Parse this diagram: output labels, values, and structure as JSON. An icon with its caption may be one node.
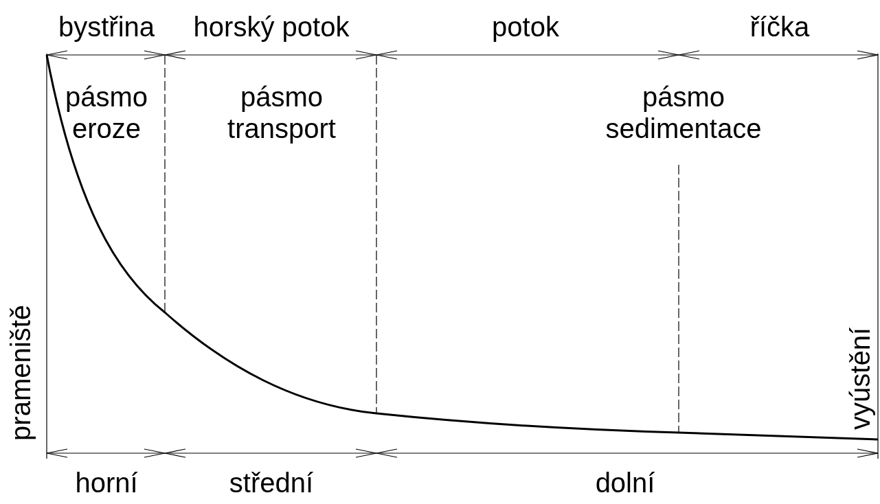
{
  "diagram": {
    "labels": [
      "bystřina",
      "horský potok",
      "potok",
      "říčka",
      "pásmo eroze",
      "pásmo transport",
      "pásmo sedimentace",
      "prameniště",
      "vyústění",
      "horní",
      "střední",
      "dolní"
    ]
  }
}
